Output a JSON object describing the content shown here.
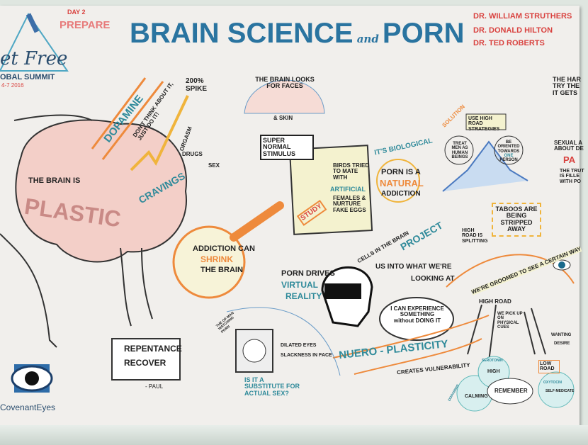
{
  "event": {
    "logo_text": "et Free",
    "summit": "OBAL SUMMIT",
    "dates": "4-7 2016",
    "day_label": "DAY 2",
    "day_theme": "PREPARE"
  },
  "title": {
    "part1": "BRAIN SCIENCE",
    "connector": "and",
    "part2": "PORN"
  },
  "speakers": [
    "DR. WILLIAM STRUTHERS",
    "DR. DONALD HILTON",
    "DR. TED ROBERTS"
  ],
  "brain_section": {
    "heading": "THE BRAIN IS",
    "main_word": "PLASTIC",
    "dopamine": "DOPAMINE",
    "dont_think": "DON'T THINK ABOUT IT, JUST DO IT!",
    "orgasm": "ORGASM",
    "spike": "200% SPIKE",
    "cravings": "CRAVINGS",
    "drugs": "DRUGS",
    "sex": "SEX",
    "addiction_shrink": [
      "ADDICTION CAN",
      "SHRINK",
      "THE BRAIN"
    ]
  },
  "faces": {
    "text": "THE BRAIN LOOKS FOR FACES",
    "skin": "& SKIN"
  },
  "stimulus": {
    "label": "SUPER NORMAL STIMULUS",
    "study": "STUDY",
    "birds": "BIRDS TRIED TO MATE WITH",
    "artificial": "ARTIFICIAL",
    "rest": "FEMALES & NURTURE FAKE EGGS"
  },
  "biological": {
    "heading": "IT'S BIOLOGICAL",
    "line1": "PORN IS A",
    "line2": "NATURAL",
    "line3": "ADDICTION"
  },
  "solution": {
    "label": "SOLUTION",
    "sign": "USE HIGH ROAD STRATEGIES",
    "left": "TREAT MEN AS HUMAN BEINGS",
    "right_1": "BE ORIENTED TOWARDS",
    "right_2": "ONE",
    "right_3": "PERSON"
  },
  "right_edge": {
    "top": "THE HAR\nTRY THE\nIT GETS",
    "sexual": "SEXUAL A\nABOUT DE",
    "pa": "PA",
    "truth": "THE TRUT\nIS FILLE\nWITH PO"
  },
  "taboos": "TABOOS ARE BEING STRIPPED AWAY",
  "high_road_split": "HIGH ROAD IS SPLITTING",
  "vr": {
    "line1": "PORN DRIVES",
    "line2": "VIRTUAL",
    "line3": "REALITY",
    "cells": "CELLS IN THE BRAIN",
    "project": "PROJECT",
    "us_into": "US INTO WHAT WE'RE",
    "looking": "LOOKING AT"
  },
  "groomed": "WE'RE GROOMED TO SEE A CERTAIN WAY",
  "experience": "I CAN EXPERIENCE SOMETHING without DOING IT",
  "neuro": {
    "word": "NUERO - PLASTICITY",
    "sub": "CREATES VULNERABILITY"
  },
  "roads": {
    "high": "HIGH ROAD",
    "pick_up": "WE PICK UP ON PHYSICAL CUES",
    "wanting": "WANTING",
    "desire": "DESIRE",
    "low": "LOW ROAD",
    "remember": "REMEMBER",
    "serotonin": "SEROTONIN",
    "high2": "HIGH",
    "dopamine": "DOPAMINE",
    "calming": "CALMING",
    "oxytocin": "OXYTOCIN",
    "self_med": "SELF-MEDICATE"
  },
  "face_sketch": {
    "caption": "THE OF MAN WATCHING PORN",
    "bullet1": "DILATED EYES",
    "bullet2": "SLACKNESS IN FACE",
    "question": "IS IT A SUBSTITUTE FOR ACTUAL SEX?"
  },
  "repentance": {
    "line1": "REPENTANCE",
    "line2": "RECOVER",
    "attribution": "- PAUL"
  },
  "sponsor": "CovenantEyes",
  "colors": {
    "blue": "#2f8a9a",
    "red": "#d9423f",
    "orange": "#ee8a3c",
    "pink": "#f2c9c2",
    "board": "#f1efec"
  }
}
